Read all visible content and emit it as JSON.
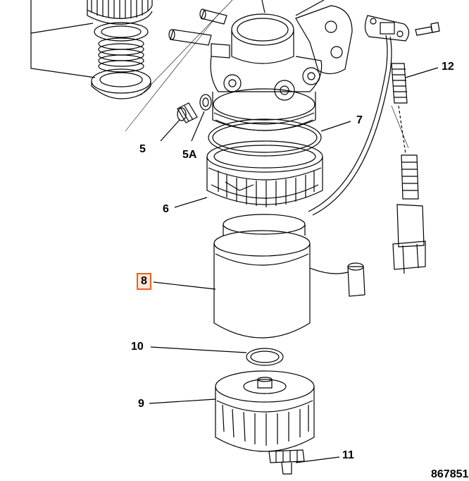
{
  "callouts": {
    "c5": "5",
    "c5a": "5A",
    "c6": "6",
    "c7": "7",
    "c8": "8",
    "c9": "9",
    "c10": "10",
    "c11": "11",
    "c12": "12"
  },
  "reference_number": "867851",
  "highlight_color": "#e8622a"
}
